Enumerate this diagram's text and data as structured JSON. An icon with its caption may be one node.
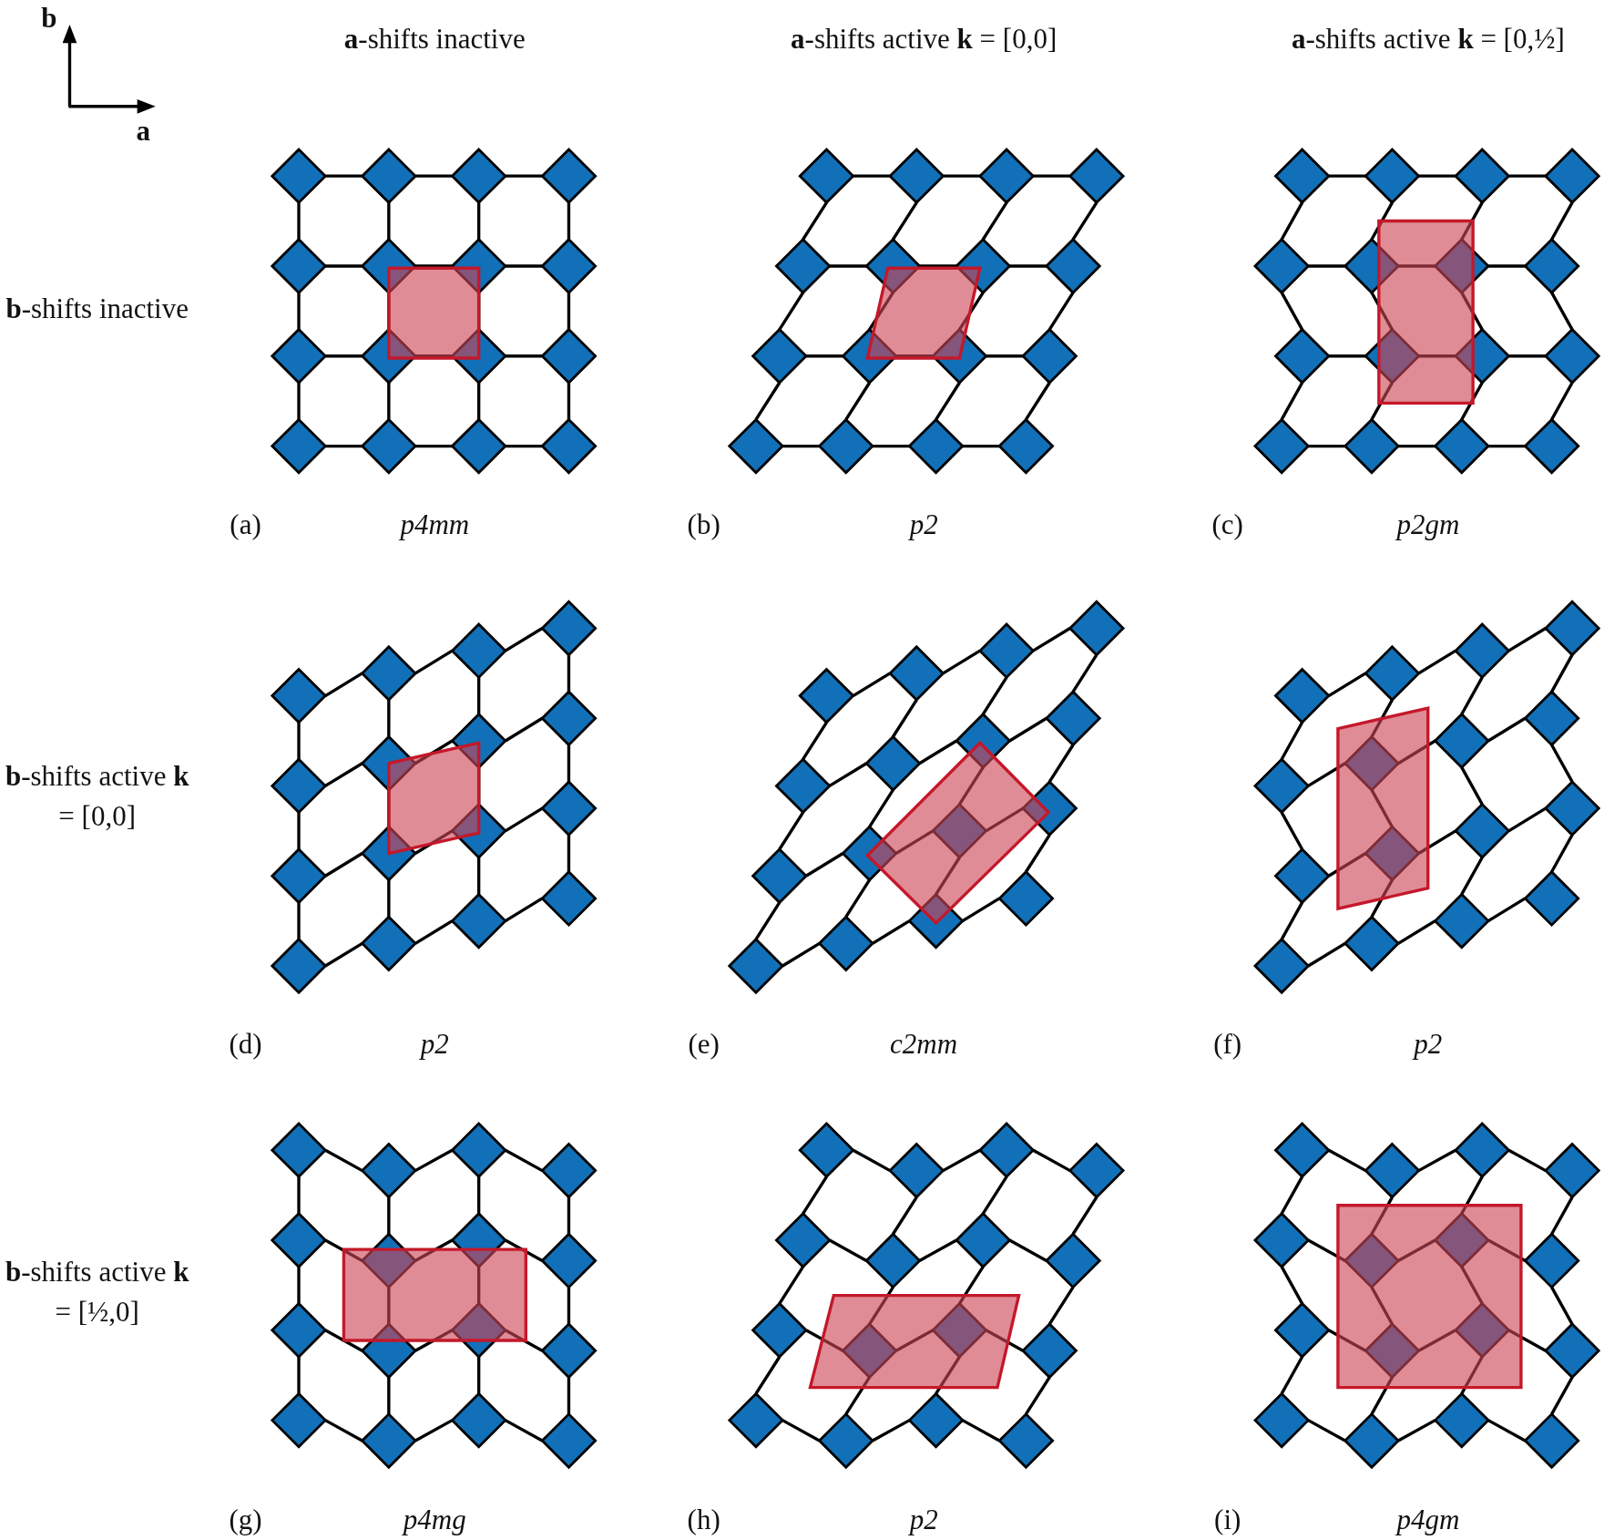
{
  "diagram": {
    "labels": [
      "b",
      "**a**-shifts inactive",
      "**a**-shifts active **k** = [0,0]",
      "**a**-shifts active **k** = [0,½]",
      "a",
      "**b**-shifts inactive",
      "(a)",
      "p4mm",
      "(b)",
      "p2",
      "(c)",
      "p2gm",
      "**b**-shifts active **k** = [0,0]",
      "(d)",
      "p2",
      "(e)",
      "c2mm",
      "(f)",
      "p2",
      "**b**-shifts active **k** = [½,0]",
      "(g)",
      "p4mg",
      "(h)",
      "p2",
      "(i)",
      "p4gm"
    ]
  }
}
